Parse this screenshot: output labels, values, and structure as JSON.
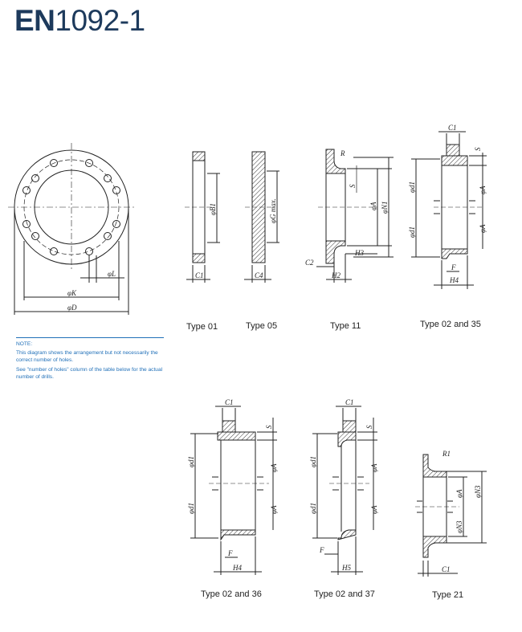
{
  "header": {
    "title_bold": "EN",
    "title_rest": "1092-1"
  },
  "note": {
    "heading": "NOTE:",
    "line1": "This diagram shows the arrangement but not necessarily the correct number of holes.",
    "line2": "See \"number of holes\" column of the table below for the actual number of drills."
  },
  "captions": {
    "type01": "Type 01",
    "type05": "Type 05",
    "type11": "Type 11",
    "type02_35": "Type 02 and 35",
    "type02_36": "Type 02 and 36",
    "type02_37": "Type 02 and 37",
    "type21": "Type 21"
  },
  "dims": {
    "phiL": "φL",
    "phiK": "φK",
    "phiD": "φD",
    "C1": "C1",
    "C2": "C2",
    "C4": "C4",
    "R": "R",
    "R1": "R1",
    "S": "S",
    "phiA": "φA",
    "phiN1": "φN1",
    "phiN3": "φN3",
    "phid1": "φd1",
    "phiB1": "φB1",
    "phiGmax": "φG max.",
    "H2": "H2",
    "H3": "H3",
    "H4": "H4",
    "H5": "H5",
    "F": "F"
  },
  "colors": {
    "title": "#1d3a5c",
    "note": "#1f6fb8",
    "line": "#222222"
  }
}
